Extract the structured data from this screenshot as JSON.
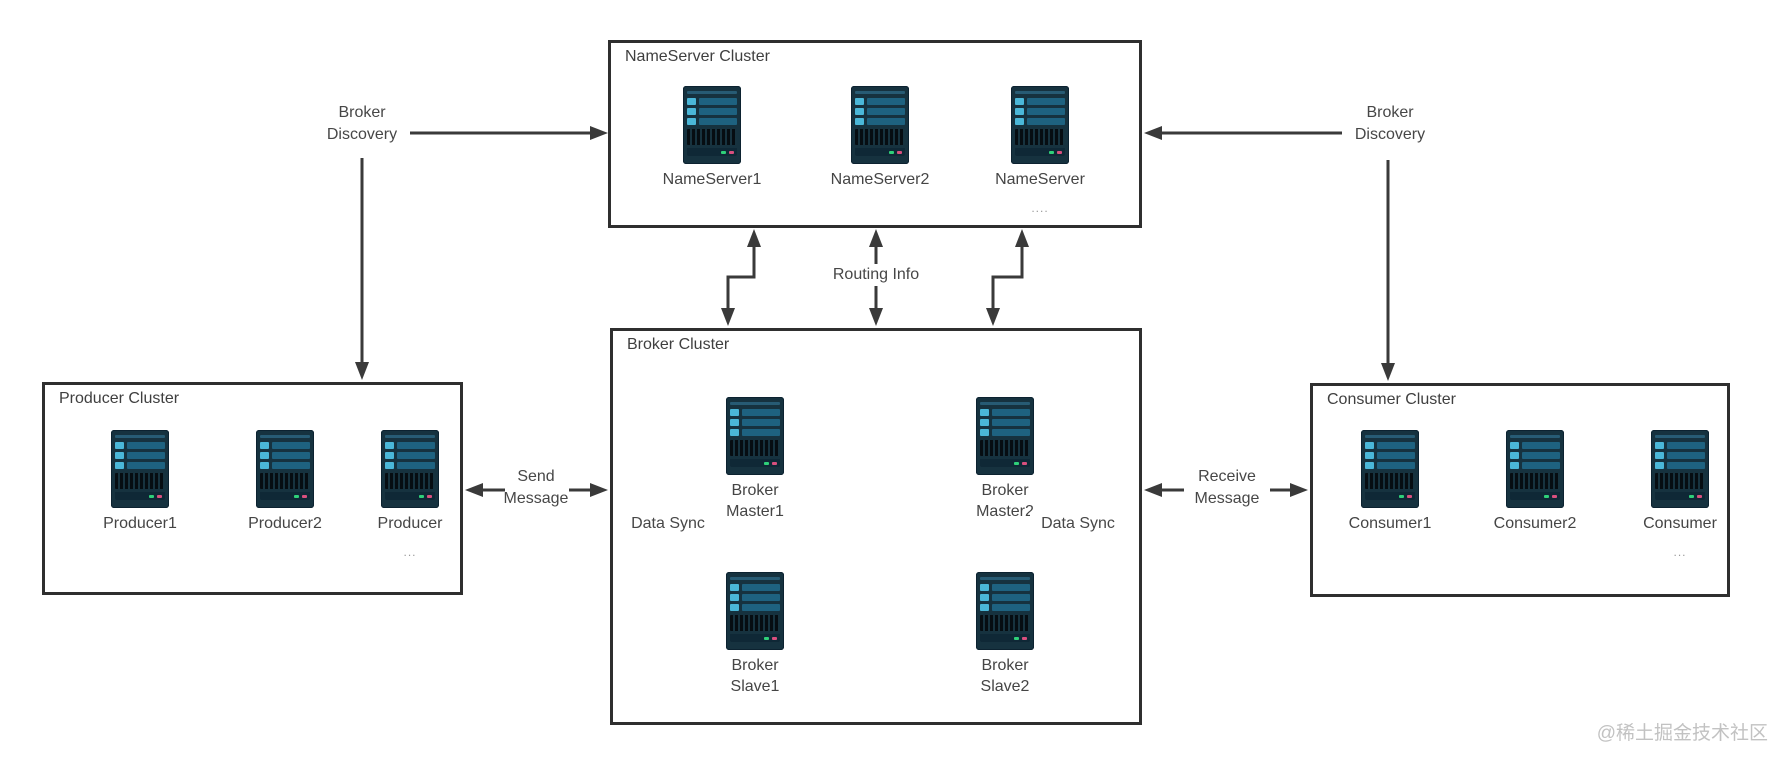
{
  "clusters": {
    "nameserver": {
      "title": "NameServer Cluster",
      "nodes": [
        {
          "label": "NameServer1"
        },
        {
          "label": "NameServer2"
        },
        {
          "label": "NameServer",
          "ellipsis": "...."
        }
      ]
    },
    "broker": {
      "title": "Broker Cluster",
      "nodes": [
        {
          "label": "Broker Master1"
        },
        {
          "label": "Broker Master2"
        },
        {
          "label": "Broker Slave1"
        },
        {
          "label": "Broker Slave2"
        }
      ]
    },
    "producer": {
      "title": "Producer Cluster",
      "nodes": [
        {
          "label": "Producer1"
        },
        {
          "label": "Producer2"
        },
        {
          "label": "Producer",
          "ellipsis": "..."
        }
      ]
    },
    "consumer": {
      "title": "Consumer Cluster",
      "nodes": [
        {
          "label": "Consumer1"
        },
        {
          "label": "Consumer2"
        },
        {
          "label": "Consumer",
          "ellipsis": "..."
        }
      ]
    }
  },
  "labels": {
    "broker_discovery_left": "Broker Discovery",
    "broker_discovery_right": "Broker Discovery",
    "routing_info": "Routing Info",
    "send_message": "Send Message",
    "receive_message": "Receive Message",
    "data_sync_left": "Data Sync",
    "data_sync_right": "Data Sync"
  },
  "watermark": "@稀土掘金技术社区",
  "colors": {
    "line": "#3a3a3a",
    "box_border": "#2f2f2f",
    "server_body": "#16323f",
    "server_bar": "#1e6280",
    "server_chip": "#4ab7d8",
    "led_green": "#2fd079",
    "led_pink": "#d94f7e",
    "watermark": "#c2c2c2"
  }
}
